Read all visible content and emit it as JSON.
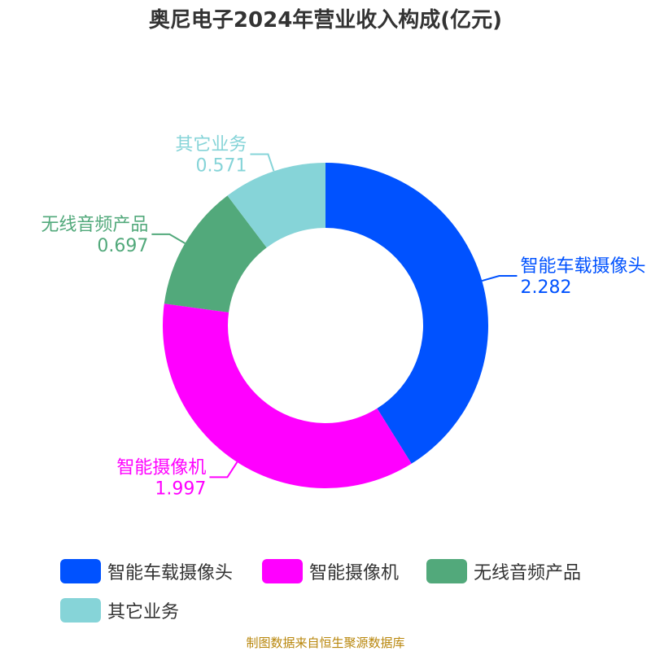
{
  "chart_data": {
    "type": "pie",
    "style": "donut",
    "title": "奥尼电子2024年营业收入构成(亿元)",
    "categories": [
      "智能车载摄像头",
      "智能摄像机",
      "无线音频产品",
      "其它业务"
    ],
    "values": [
      2.282,
      1.997,
      0.697,
      0.571
    ],
    "value_labels": [
      "2.282",
      "1.997",
      "0.697",
      "0.571"
    ],
    "colors": [
      "#0052ff",
      "#ff00ff",
      "#52a97b",
      "#86d4d8"
    ],
    "legend_position": "bottom"
  },
  "source": "制图数据来自恒生聚源数据库"
}
